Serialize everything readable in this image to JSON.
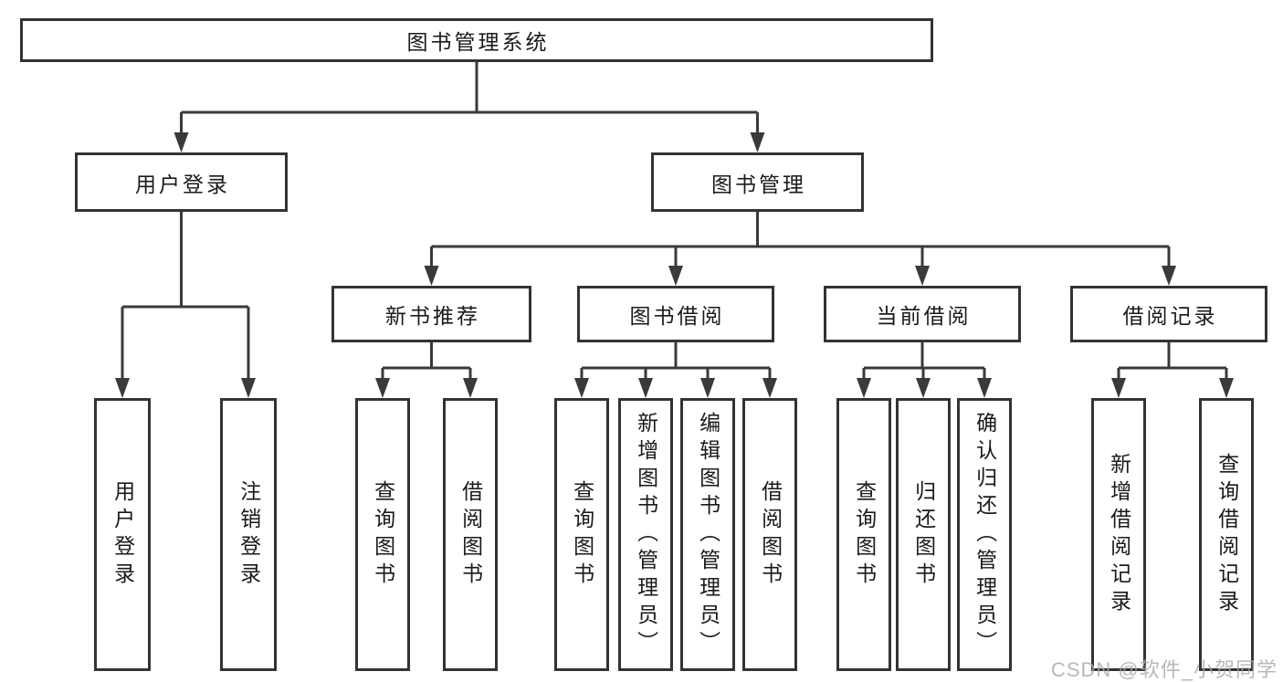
{
  "diagram_title": "图书管理系统",
  "tree": {
    "root": {
      "label": "图书管理系统"
    },
    "branches": [
      {
        "label": "用户登录",
        "children": [
          {
            "label": "用户登录"
          },
          {
            "label": "注销登录"
          }
        ]
      },
      {
        "label": "图书管理",
        "children": [
          {
            "label": "新书推荐",
            "children": [
              {
                "label": "查询图书"
              },
              {
                "label": "借阅图书"
              }
            ]
          },
          {
            "label": "图书借阅",
            "children": [
              {
                "label": "查询图书"
              },
              {
                "label": "新增图书（管理员）"
              },
              {
                "label": "编辑图书（管理员）"
              },
              {
                "label": "借阅图书"
              }
            ]
          },
          {
            "label": "当前借阅",
            "children": [
              {
                "label": "查询图书"
              },
              {
                "label": "归还图书"
              },
              {
                "label": "确认归还（管理员）"
              }
            ]
          },
          {
            "label": "借阅记录",
            "children": [
              {
                "label": "新增借阅记录"
              },
              {
                "label": "查询借阅记录"
              }
            ]
          }
        ]
      }
    ]
  },
  "watermark": {
    "text": "CSDN @软件_小贺同学"
  },
  "colors": {
    "line": "#3a3a3a",
    "box_border": "#333333",
    "text": "#1a1a1a",
    "watermark": "#a8a8a8",
    "background": "#ffffff"
  }
}
